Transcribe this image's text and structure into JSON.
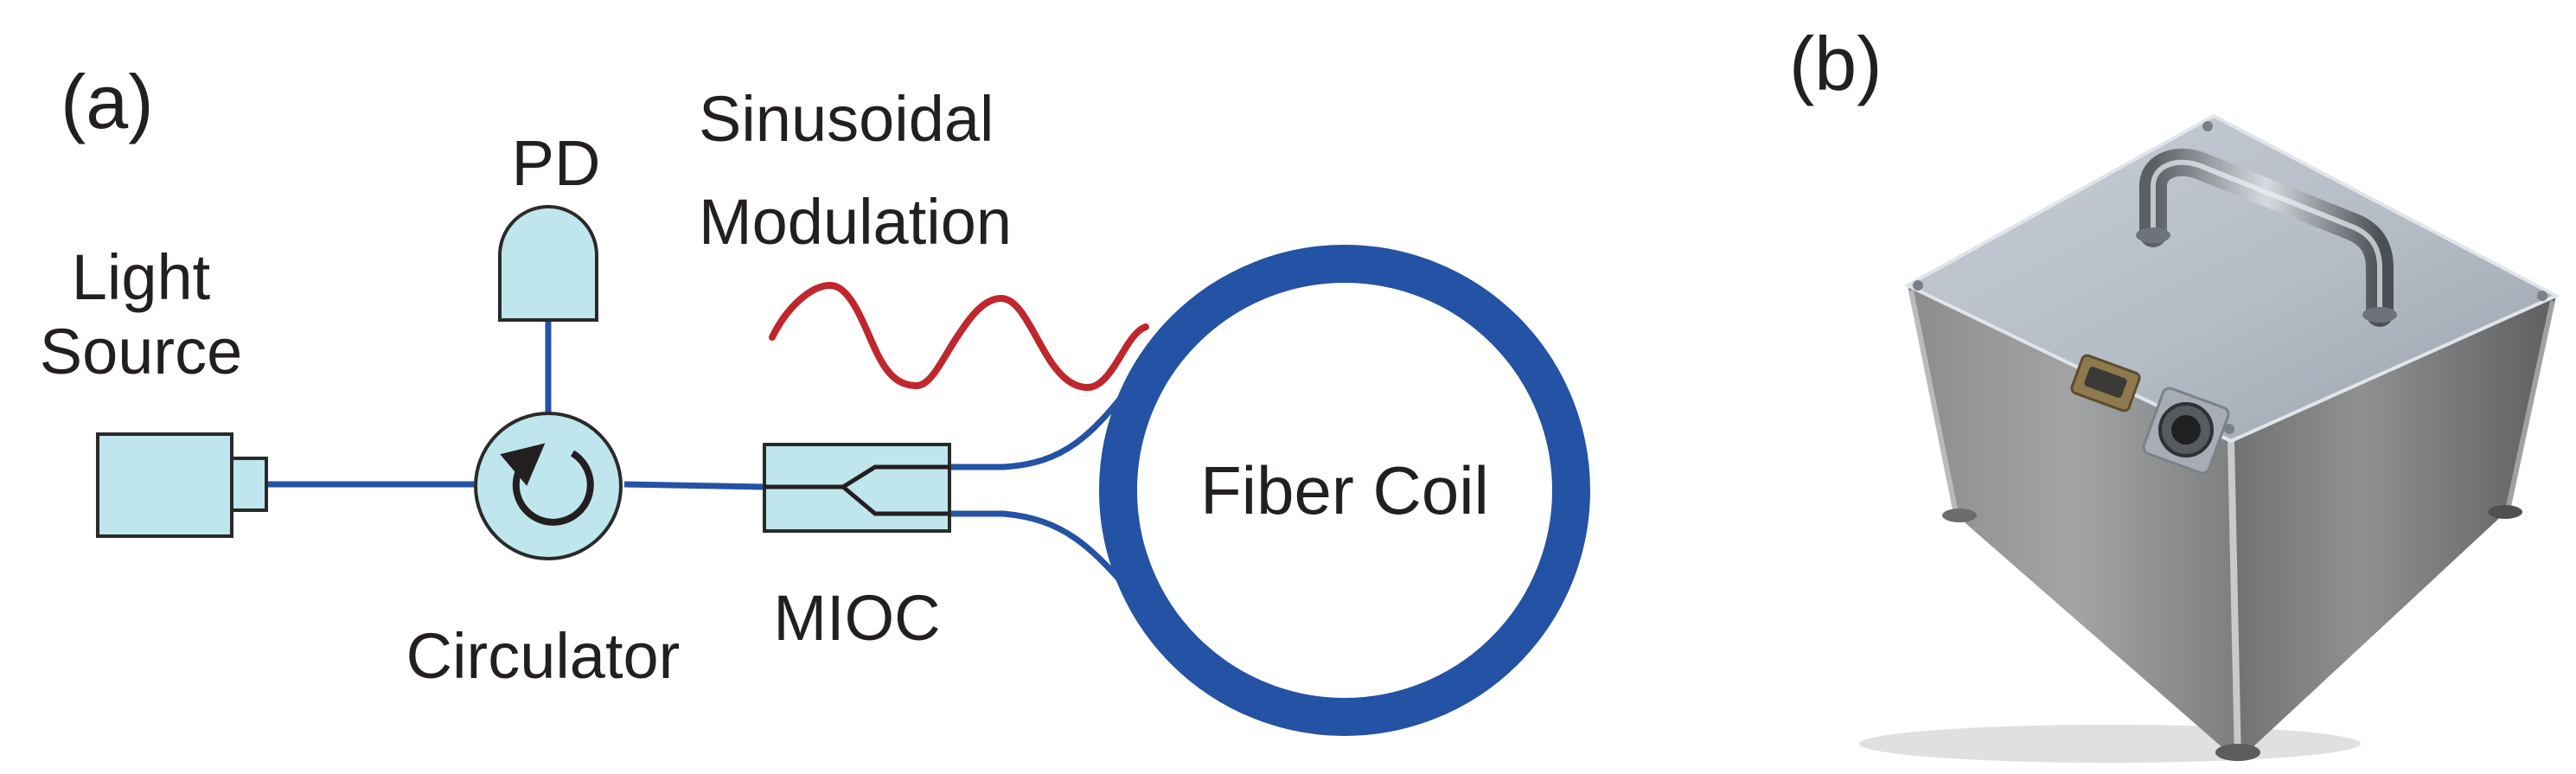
{
  "panel_a": {
    "tag": "(a)",
    "light_source": [
      "Light",
      "Source"
    ],
    "pd": "PD",
    "modulation": [
      "Sinusoidal",
      "Modulation"
    ],
    "circulator": "Circulator",
    "mioc": "MIOC",
    "fiber_coil": "Fiber Coil"
  },
  "panel_b": {
    "tag": "(b)"
  },
  "colors": {
    "fiber": "#2452a4",
    "component_fill": "#bfe6ec",
    "component_stroke": "#2a2a2a",
    "modulation_wave": "#c0262d",
    "text": "#231f20"
  },
  "icons": {
    "circulator": "circular-arrow-icon",
    "light_source": "laser-box-icon",
    "pd": "photodetector-icon",
    "mioc": "y-junction-icon",
    "photo": "gyroscope-housing-photo"
  }
}
